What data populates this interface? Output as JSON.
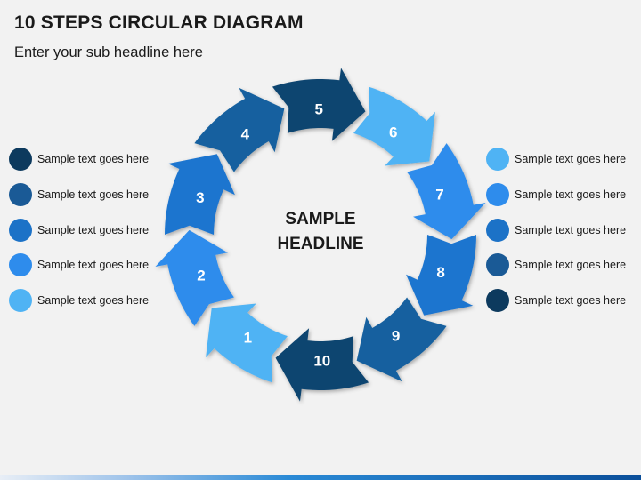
{
  "title": "10 STEPS CIRCULAR DIAGRAM",
  "subtitle": "Enter your sub headline here",
  "center_headline": [
    "SAMPLE",
    "HEADLINE"
  ],
  "steps": [
    {
      "label": "1",
      "color": "#4fb3f4"
    },
    {
      "label": "2",
      "color": "#2e8cec"
    },
    {
      "label": "3",
      "color": "#1b74cf"
    },
    {
      "label": "4",
      "color": "#14619f"
    },
    {
      "label": "5",
      "color": "#0d4470"
    },
    {
      "label": "6",
      "color": "#4fb3f4"
    },
    {
      "label": "7",
      "color": "#2e8cec"
    },
    {
      "label": "8",
      "color": "#1b74cf"
    },
    {
      "label": "9",
      "color": "#14619f"
    },
    {
      "label": "10",
      "color": "#0d4470"
    }
  ],
  "legend_left": [
    {
      "text": "Sample text goes here",
      "color": "#0d3a5e"
    },
    {
      "text": "Sample text goes here",
      "color": "#1a5a96"
    },
    {
      "text": "Sample text goes here",
      "color": "#1c72c7"
    },
    {
      "text": "Sample text goes here",
      "color": "#2e8cec"
    },
    {
      "text": "Sample text goes here",
      "color": "#4fb3f4"
    }
  ],
  "legend_right": [
    {
      "text": "Sample text goes here",
      "color": "#4fb3f4"
    },
    {
      "text": "Sample text goes here",
      "color": "#2e8cec"
    },
    {
      "text": "Sample text goes here",
      "color": "#1c72c7"
    },
    {
      "text": "Sample text goes here",
      "color": "#1a5a96"
    },
    {
      "text": "Sample text goes here",
      "color": "#0d3a5e"
    }
  ]
}
